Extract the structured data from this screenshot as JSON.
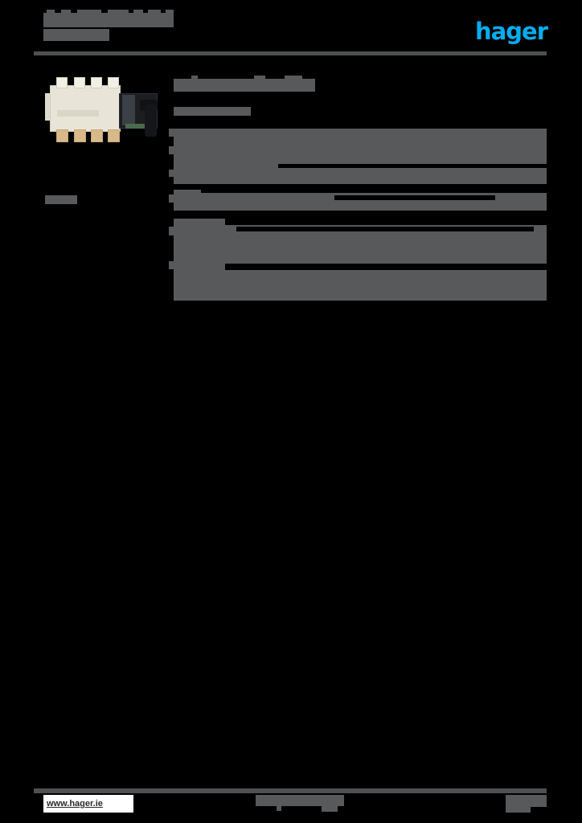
{
  "document": {
    "kind": "product-datasheet",
    "page_background": "#000000",
    "redaction_color": "#58595b",
    "title_line_1": "",
    "title_line_2": ""
  },
  "header": {
    "brand": "hager",
    "brand_color": "#00aeef",
    "rule_color": "#4e4f51"
  },
  "product": {
    "photo_alt": "4-pole load break switch with black rotary operating handle",
    "body_color": "#e8e5d8",
    "mechanism_color": "#1b1d21",
    "terminal_color": "#d8b98a"
  },
  "left_column": {
    "label": ""
  },
  "spec": {
    "heading": "",
    "subheading": "",
    "rows": [
      {
        "label": "",
        "value": ""
      },
      {
        "label": "",
        "value": ""
      },
      {
        "label": "",
        "value": ""
      },
      {
        "label": "",
        "value": ""
      },
      {
        "label": "",
        "value": ""
      },
      {
        "label": "",
        "value": ""
      },
      {
        "label": "",
        "value": ""
      },
      {
        "label": "",
        "value": ""
      }
    ]
  },
  "footer": {
    "url": "www.hager.ie",
    "center_text": "",
    "page_number": "",
    "rule_color": "#4e4f51"
  }
}
